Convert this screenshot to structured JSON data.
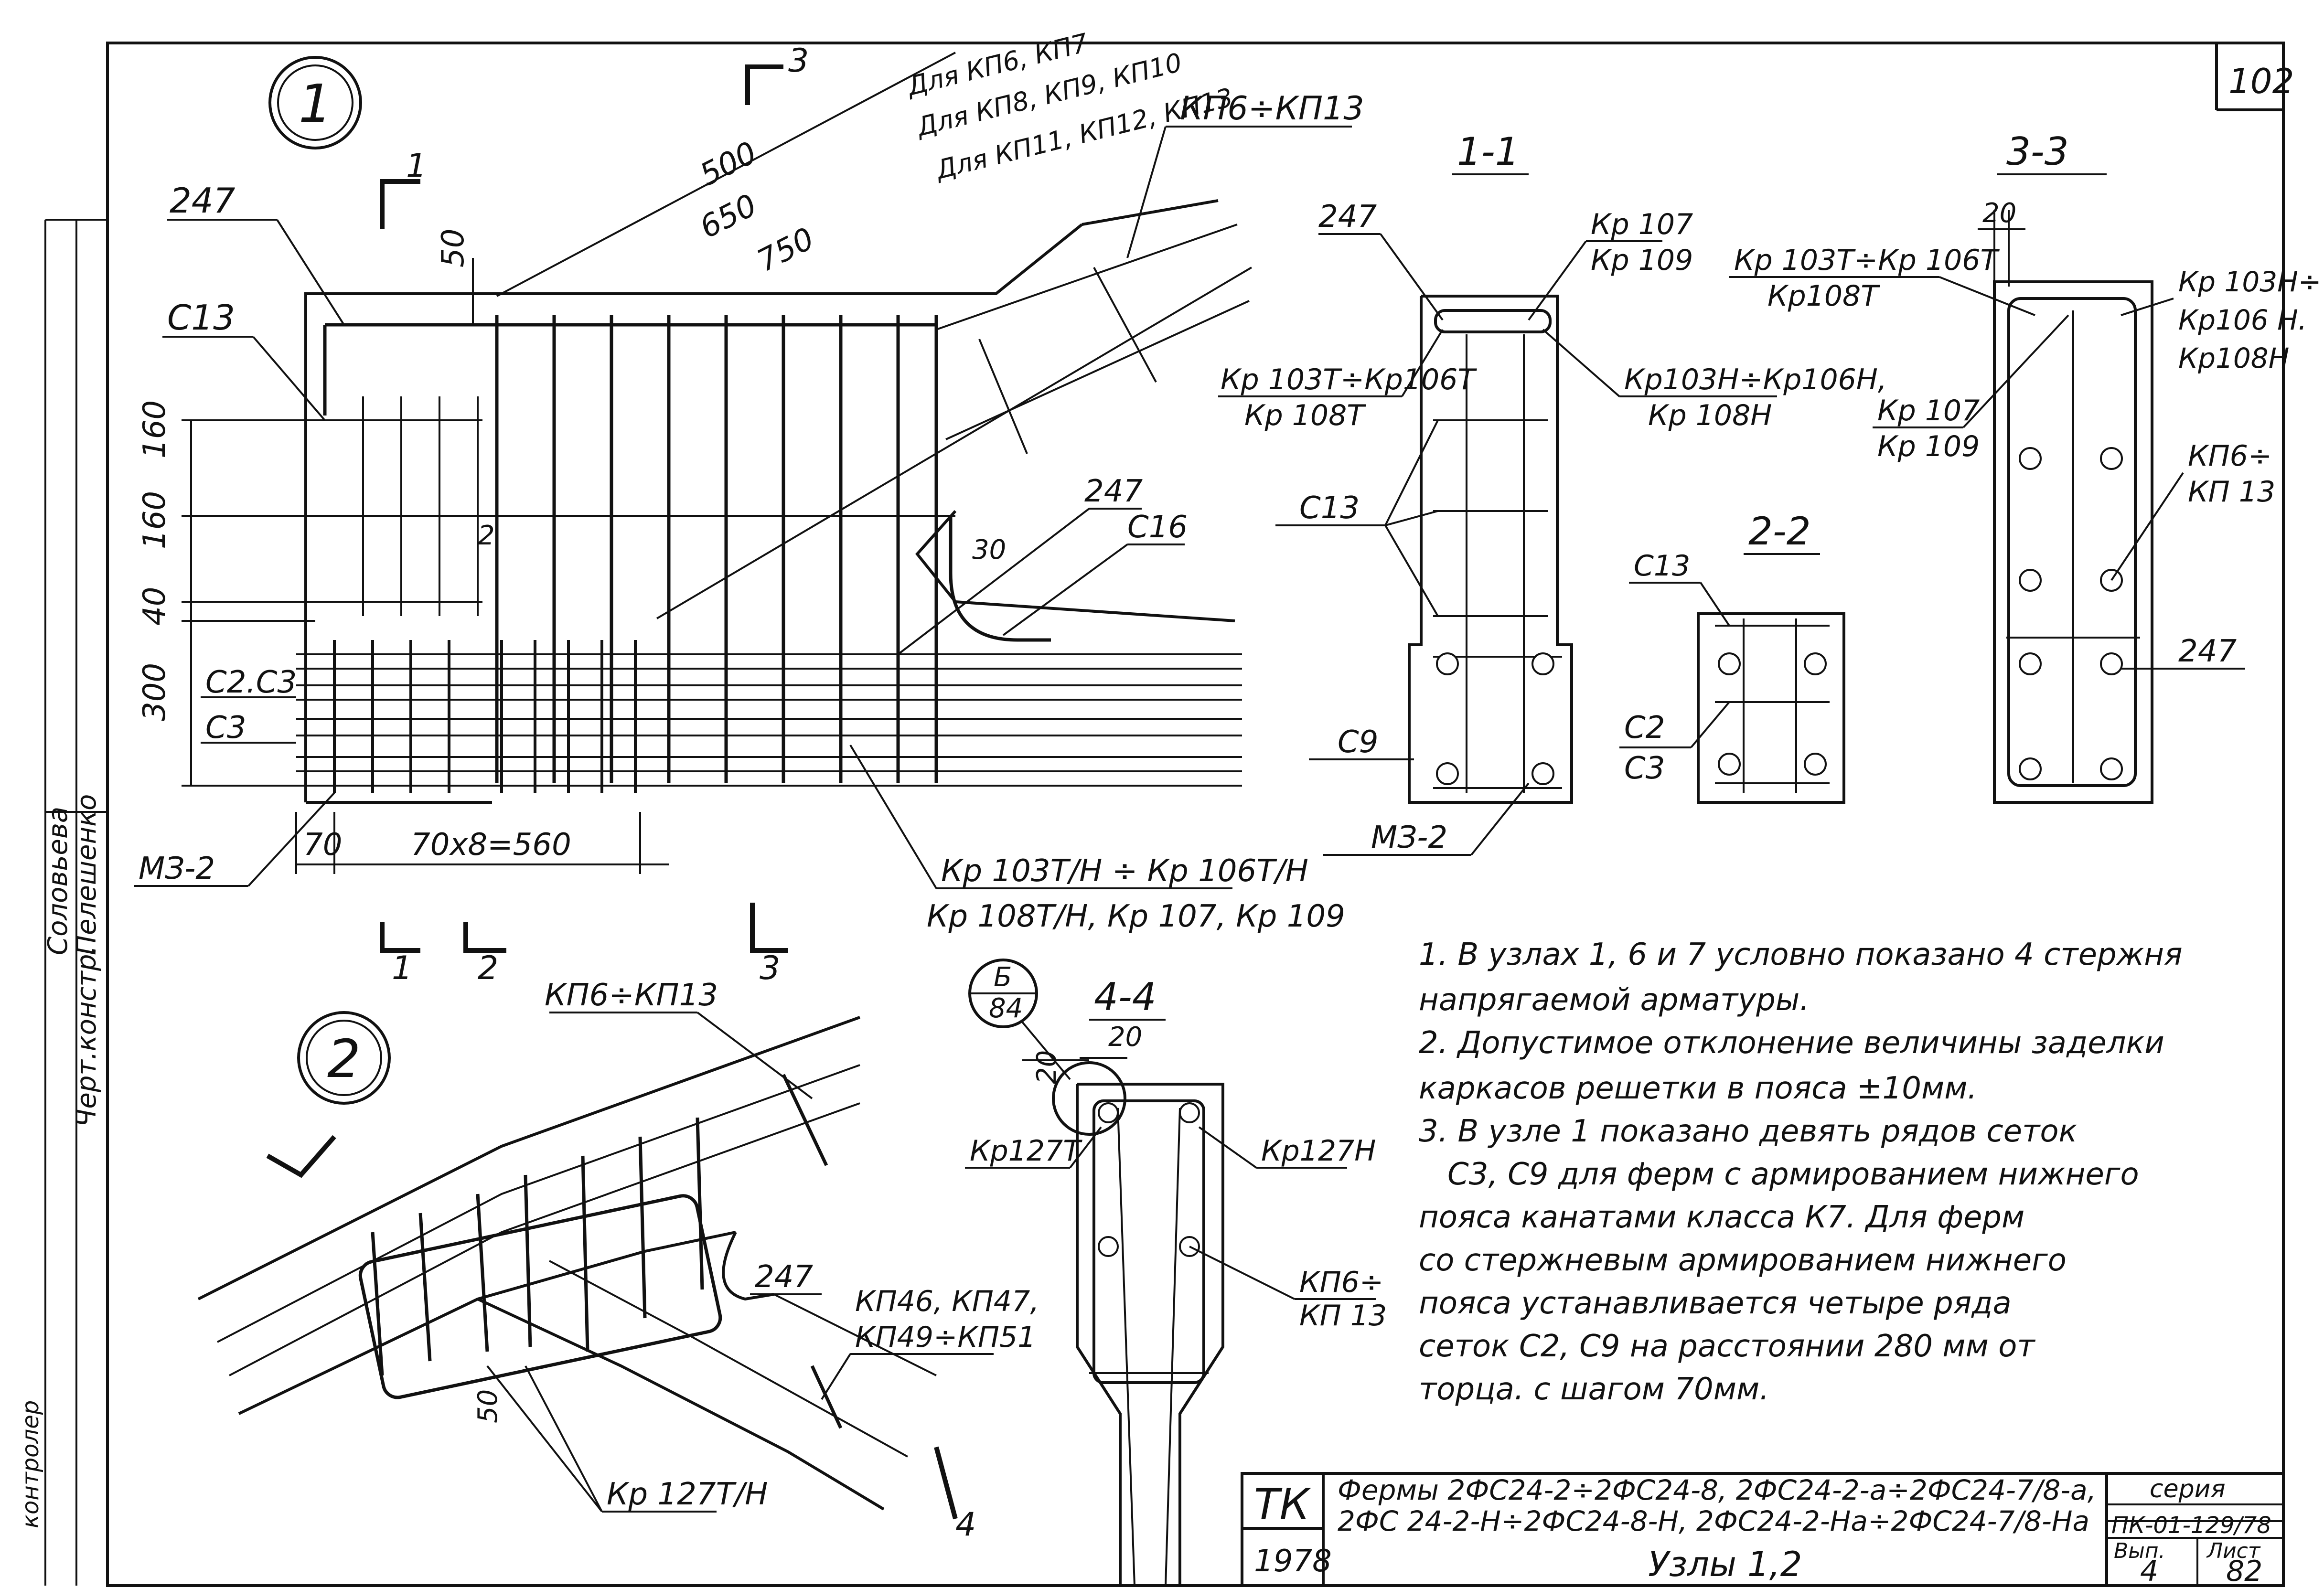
{
  "sheet": {
    "number": "102",
    "left_strip": [
      "Черт.констр.",
      "Пелешенко",
      "Соловьева",
      "контролер"
    ]
  },
  "node1": {
    "marker": "1",
    "labels": {
      "d247": "247",
      "c13": "С13",
      "c2c3": "С2.С3",
      "c3": "С3",
      "m32": "МЗ-2",
      "kp6_13": "КП6÷КП13",
      "kp_bottom_1": "Кр 103Т/Н ÷ Кр 106Т/Н",
      "kp_bottom_2": "Кр 108Т/Н, Кр 107, Кр 109",
      "d247b": "247",
      "c16": "С16",
      "dim30": "30",
      "dim50": "50",
      "dim160a": "160",
      "dim160b": "160",
      "dim40": "40",
      "dim300": "300",
      "dim70": "70",
      "dim560": "70х8=560",
      "dim500": "500",
      "dim650": "650",
      "dim750": "750",
      "for_a": "Для КП6, КП7",
      "for_b": "Для КП8, КП9, КП10",
      "for_c": "Для КП11, КП12, КП13",
      "cut1": "1",
      "cut2": "2",
      "cut3": "3",
      "cut2mid": "2"
    }
  },
  "sec11": {
    "title": "1-1",
    "l247": "247",
    "kp107": "Кр 107",
    "kp109": "Кр 109",
    "kp103t": "Кр 103Т÷Кр106Т",
    "kp108t": "Кр 108Т",
    "kp103h": "Кр103Н÷Кр106Н,",
    "kp108h": "Кр 108Н",
    "c13": "С13",
    "c9": "С9",
    "m32": "МЗ-2"
  },
  "sec22": {
    "title": "2-2",
    "c13": "С13",
    "c2": "С2",
    "c3": "С3"
  },
  "sec33": {
    "title": "3-3",
    "dim20": "20",
    "kp103t": "Кр 103Т÷Кр 106Т",
    "kp108t": "Кр108Т",
    "kp103h": "Кр 103Н÷",
    "kp106h": "Кр106 Н.",
    "kp108h": "Кр108Н",
    "kp107": "Кр 107",
    "kp109": "Кр 109",
    "kp6": "КП6÷",
    "kp13": "КП 13",
    "l247": "247"
  },
  "node2": {
    "marker": "2",
    "kp6_13": "КП6÷КП13",
    "l247": "247",
    "kp46": "КП46, КП47,",
    "kp49": "КП49÷КП51",
    "kp127": "Кр 127Т/Н",
    "dim50": "50",
    "cut4": "4"
  },
  "sec44": {
    "title": "4-4",
    "ref_top": "Б",
    "ref_bottom": "84",
    "dim20a": "20",
    "dim20b": "20",
    "kp127t": "Кр127Т",
    "kp127h": "Кр127Н",
    "kp6": "КП6÷",
    "kp13": "КП 13"
  },
  "notes": [
    "1. В узлах 1, 6 и 7 условно показано 4 стержня",
    "напрягаемой арматуры.",
    "2. Допустимое отклонение величины заделки",
    "каркасов решетки в пояса ±10мм.",
    "3. В узле 1 показано девять рядов сеток",
    "С3, С9 для ферм с армированием нижнего",
    "пояса канатами класса К7. Для ферм",
    "со стержневым армированием нижнего",
    "пояса устанавливается четыре ряда",
    "сеток С2, С9 на расстоянии 280 мм от",
    "торца. с шагом 70мм."
  ],
  "title_block": {
    "org": "ТК",
    "year": "1978",
    "line1": "Фермы 2ФС24-2÷2ФС24-8, 2ФС24-2-а÷2ФС24-7/8-а,",
    "line2": "2ФС 24-2-Н÷2ФС24-8-Н, 2ФС24-2-На÷2ФС24-7/8-На",
    "subject": "Узлы 1,2",
    "series_label": "серия",
    "series": "ПК-01-129/78",
    "issue_label": "Вып.",
    "issue": "4",
    "sheet_label": "Лист",
    "sheet": "82"
  }
}
